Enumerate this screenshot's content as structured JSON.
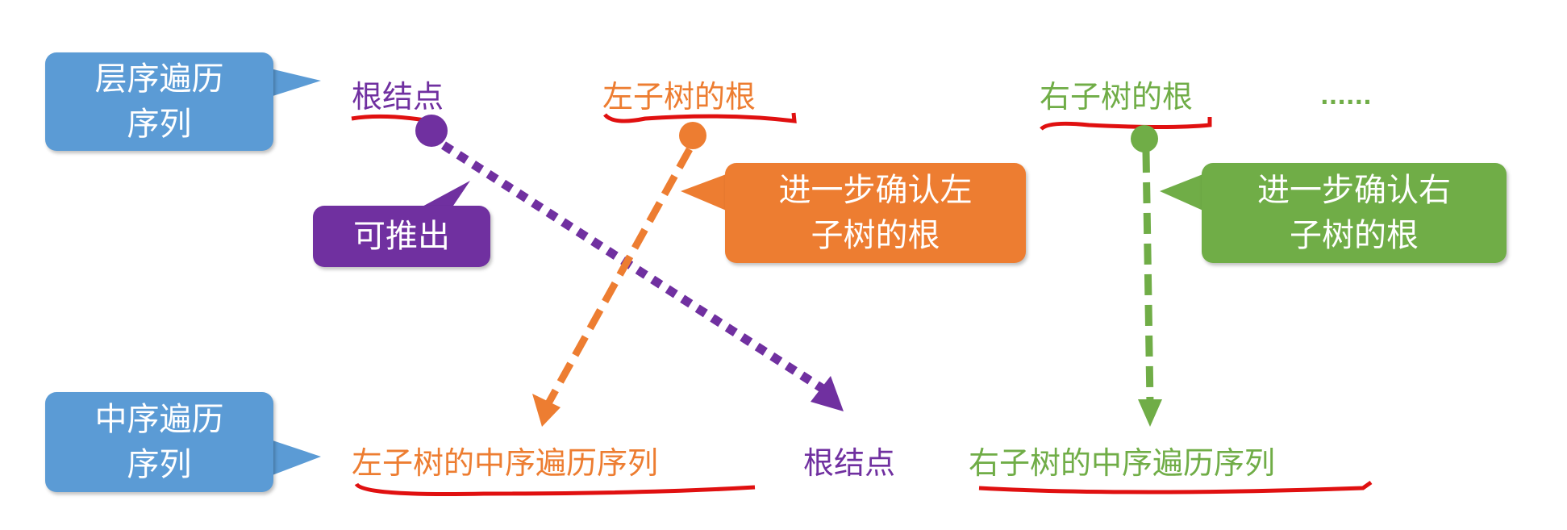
{
  "colors": {
    "blue": "#5b9bd5",
    "purple": "#7030a0",
    "orange": "#ed7d31",
    "green": "#70ad47",
    "red": "#e01010"
  },
  "callouts": {
    "level_order": "层序遍历序列",
    "level_order_l1": "层序遍历",
    "level_order_l2": "序列",
    "in_order_l1": "中序遍历",
    "in_order_l2": "序列",
    "derive": "可推出",
    "left_l1": "进一步确认左",
    "left_l2": "子树的根",
    "right_l1": "进一步确认右",
    "right_l2": "子树的根"
  },
  "top_row": {
    "root": "根结点",
    "left_root": "左子树的根",
    "right_root": "右子树的根",
    "ellipsis": "......"
  },
  "bottom_row": {
    "left_inorder": "左子树的中序遍历序列",
    "root": "根结点",
    "right_inorder": "右子树的中序遍历序列"
  }
}
